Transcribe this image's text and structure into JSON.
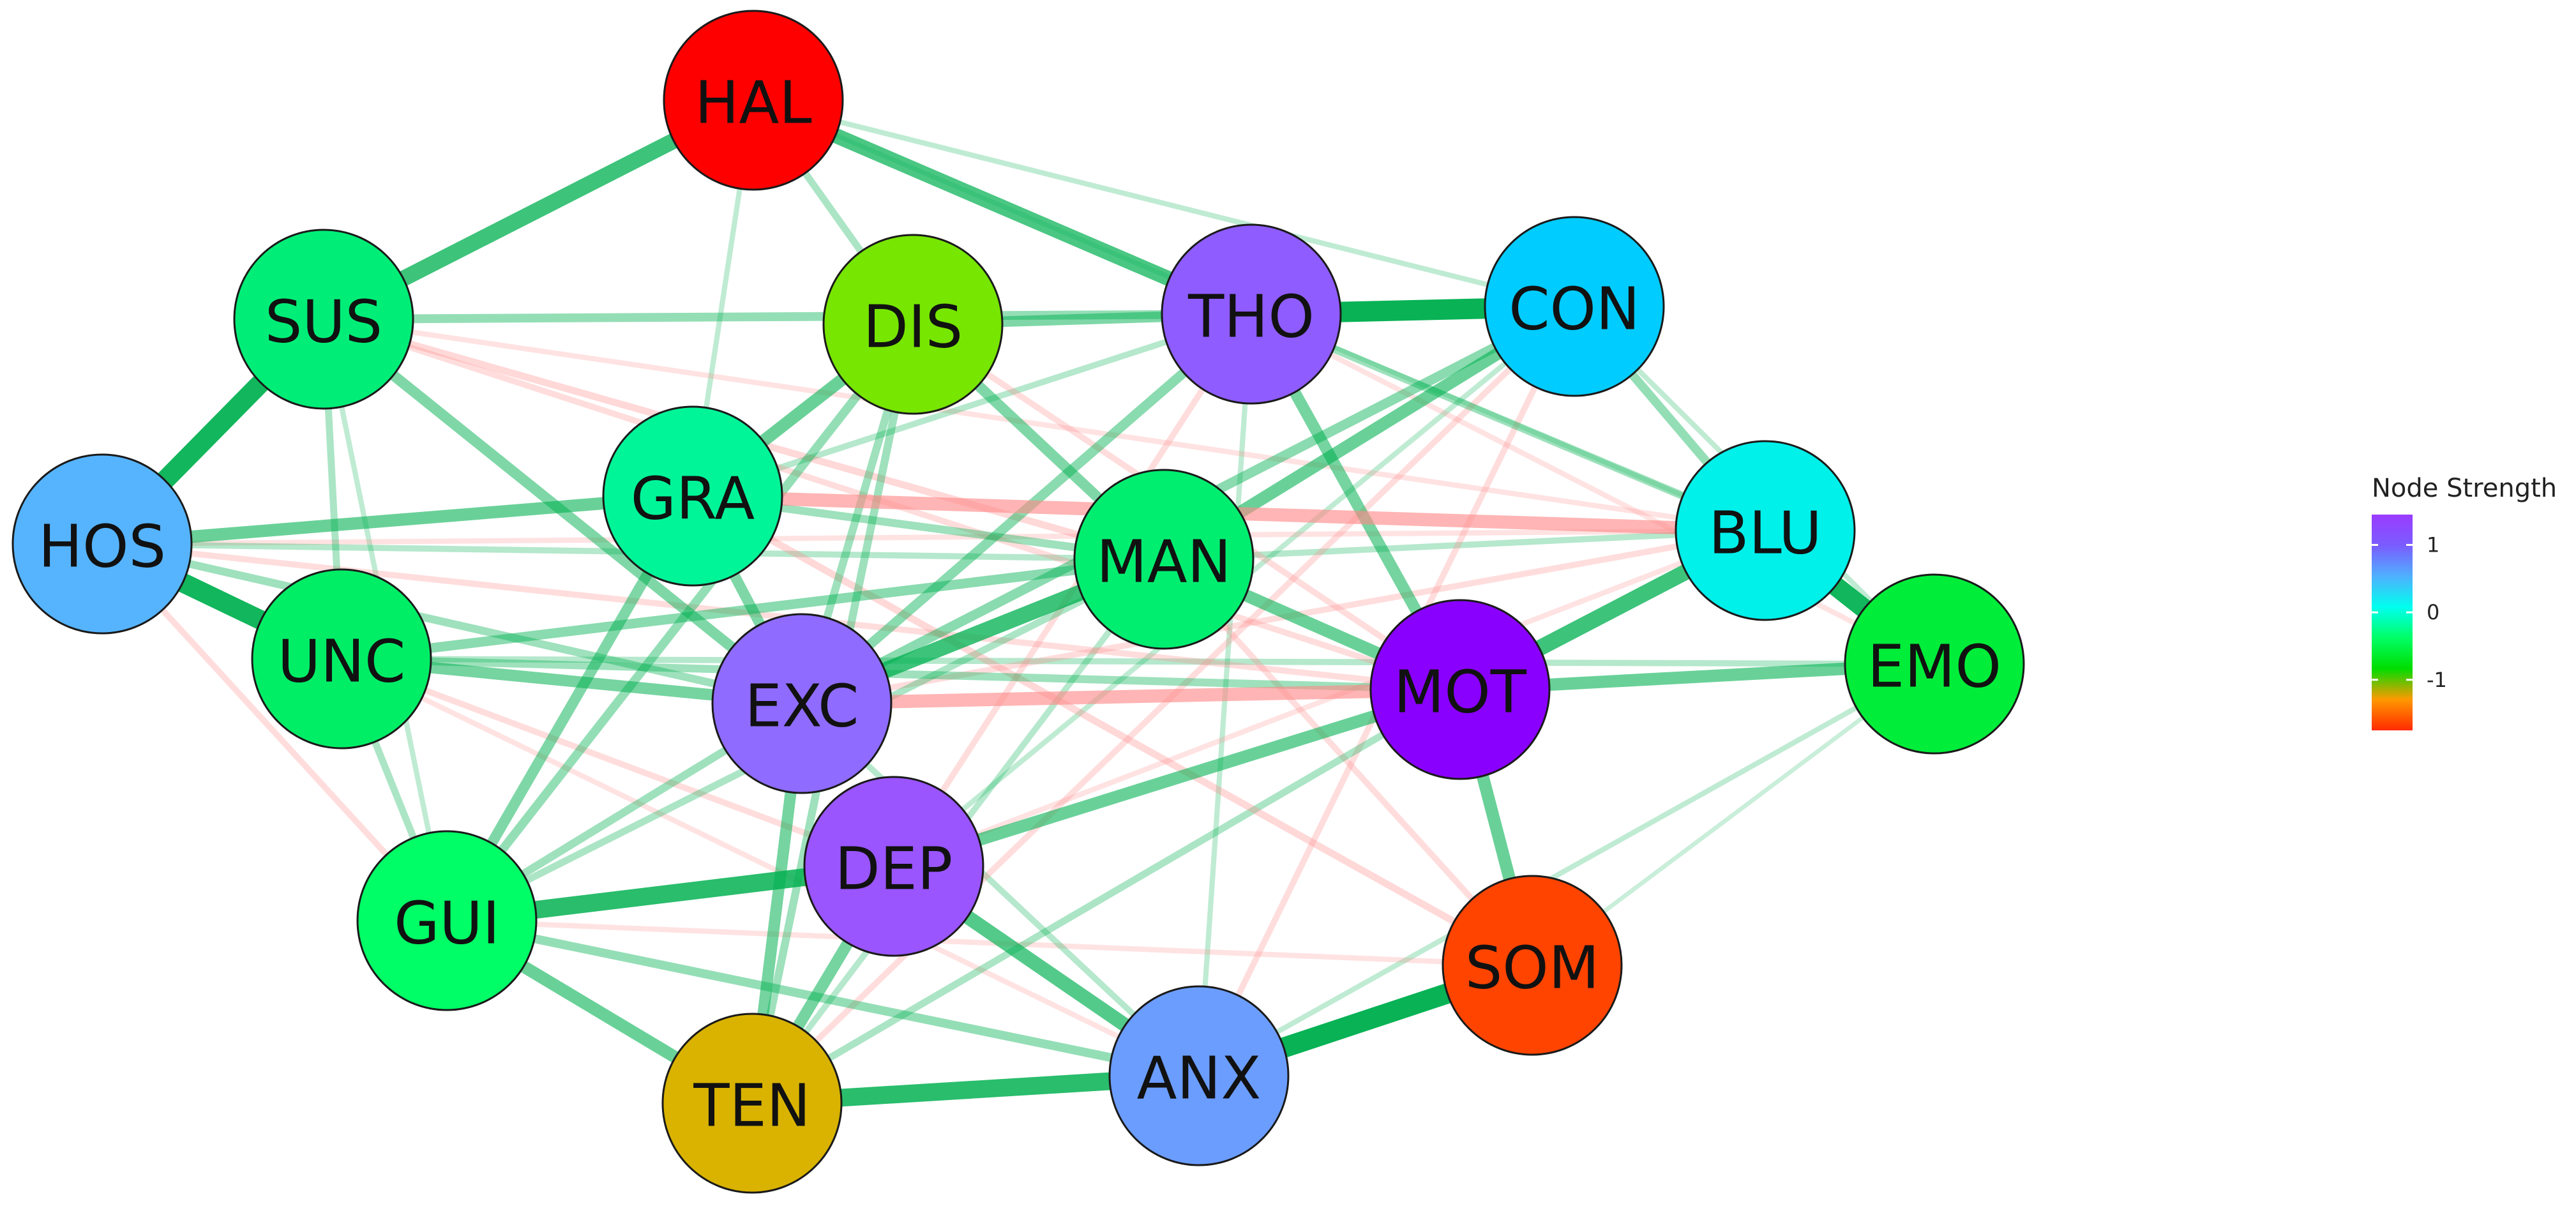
{
  "legend": {
    "title": "Node Strength",
    "ticks": [
      {
        "value": 1,
        "label": "1"
      },
      {
        "value": 0,
        "label": "0"
      },
      {
        "value": -1,
        "label": "-1"
      }
    ],
    "range": [
      -1.75,
      1.45
    ],
    "gradient": [
      "#ff2a00",
      "#ff9900",
      "#00dd00",
      "#00ff66",
      "#00ffee",
      "#4fb0ff",
      "#7a5cff",
      "#9b3cff"
    ]
  },
  "nodes": [
    {
      "id": "HAL",
      "label": "HAL",
      "color": "#ff0000"
    },
    {
      "id": "SUS",
      "label": "SUS",
      "color": "#00ee77"
    },
    {
      "id": "DIS",
      "label": "DIS",
      "color": "#77e600"
    },
    {
      "id": "THO",
      "label": "THO",
      "color": "#8f5cff"
    },
    {
      "id": "CON",
      "label": "CON",
      "color": "#00ccff"
    },
    {
      "id": "HOS",
      "label": "HOS",
      "color": "#56b4ff"
    },
    {
      "id": "GRA",
      "label": "GRA",
      "color": "#00f598"
    },
    {
      "id": "MAN",
      "label": "MAN",
      "color": "#00ee70"
    },
    {
      "id": "BLU",
      "label": "BLU",
      "color": "#00f0ea"
    },
    {
      "id": "UNC",
      "label": "UNC",
      "color": "#00ee66"
    },
    {
      "id": "EXC",
      "label": "EXC",
      "color": "#8f6cff"
    },
    {
      "id": "MOT",
      "label": "MOT",
      "color": "#8a00ff"
    },
    {
      "id": "EMO",
      "label": "EMO",
      "color": "#00ee3a"
    },
    {
      "id": "DEP",
      "label": "DEP",
      "color": "#9a55ff"
    },
    {
      "id": "GUI",
      "label": "GUI",
      "color": "#00ff66"
    },
    {
      "id": "SOM",
      "label": "SOM",
      "color": "#ff4400"
    },
    {
      "id": "TEN",
      "label": "TEN",
      "color": "#d9b300"
    },
    {
      "id": "ANX",
      "label": "ANX",
      "color": "#6b9dff"
    }
  ],
  "edges": [
    {
      "from": "HAL",
      "to": "SUS",
      "sign": "pos",
      "weight": 0.75
    },
    {
      "from": "HAL",
      "to": "THO",
      "sign": "pos",
      "weight": 0.7
    },
    {
      "from": "HAL",
      "to": "DIS",
      "sign": "pos",
      "weight": 0.25
    },
    {
      "from": "HAL",
      "to": "CON",
      "sign": "pos",
      "weight": 0.15
    },
    {
      "from": "HAL",
      "to": "GRA",
      "sign": "pos",
      "weight": 0.15
    },
    {
      "from": "HAL",
      "to": "BLU",
      "sign": "pos",
      "weight": 0.12
    },
    {
      "from": "THO",
      "to": "CON",
      "sign": "pos",
      "weight": 1.0
    },
    {
      "from": "SUS",
      "to": "HOS",
      "sign": "pos",
      "weight": 0.95
    },
    {
      "from": "HOS",
      "to": "UNC",
      "sign": "pos",
      "weight": 0.95
    },
    {
      "from": "BLU",
      "to": "EMO",
      "sign": "pos",
      "weight": 0.95
    },
    {
      "from": "ANX",
      "to": "SOM",
      "sign": "pos",
      "weight": 1.0
    },
    {
      "from": "GUI",
      "to": "DEP",
      "sign": "pos",
      "weight": 0.85
    },
    {
      "from": "TEN",
      "to": "ANX",
      "sign": "pos",
      "weight": 0.85
    },
    {
      "from": "MOT",
      "to": "BLU",
      "sign": "pos",
      "weight": 0.75
    },
    {
      "from": "EXC",
      "to": "MAN",
      "sign": "pos",
      "weight": 0.75
    },
    {
      "from": "DEP",
      "to": "ANX",
      "sign": "pos",
      "weight": 0.65
    },
    {
      "from": "GUI",
      "to": "TEN",
      "sign": "pos",
      "weight": 0.55
    },
    {
      "from": "GRA",
      "to": "DIS",
      "sign": "pos",
      "weight": 0.55
    },
    {
      "from": "HOS",
      "to": "GRA",
      "sign": "pos",
      "weight": 0.55
    },
    {
      "from": "MAN",
      "to": "CON",
      "sign": "pos",
      "weight": 0.55
    },
    {
      "from": "MOT",
      "to": "EMO",
      "sign": "pos",
      "weight": 0.55
    },
    {
      "from": "MOT",
      "to": "DEP",
      "sign": "pos",
      "weight": 0.55
    },
    {
      "from": "MOT",
      "to": "SOM",
      "sign": "pos",
      "weight": 0.55
    },
    {
      "from": "MOT",
      "to": "THO",
      "sign": "pos",
      "weight": 0.5
    },
    {
      "from": "MOT",
      "to": "MAN",
      "sign": "pos",
      "weight": 0.55
    },
    {
      "from": "UNC",
      "to": "EXC",
      "sign": "pos",
      "weight": 0.5
    },
    {
      "from": "SUS",
      "to": "EXC",
      "sign": "pos",
      "weight": 0.45
    },
    {
      "from": "GRA",
      "to": "EXC",
      "sign": "pos",
      "weight": 0.45
    },
    {
      "from": "DIS",
      "to": "MAN",
      "sign": "pos",
      "weight": 0.45
    },
    {
      "from": "SUS",
      "to": "THO",
      "sign": "pos",
      "weight": 0.35
    },
    {
      "from": "DIS",
      "to": "THO",
      "sign": "pos",
      "weight": 0.45
    },
    {
      "from": "DEP",
      "to": "TEN",
      "sign": "pos",
      "weight": 0.5
    },
    {
      "from": "TEN",
      "to": "EXC",
      "sign": "pos",
      "weight": 0.5
    },
    {
      "from": "GUI",
      "to": "GRA",
      "sign": "pos",
      "weight": 0.45
    },
    {
      "from": "GUI",
      "to": "DIS",
      "sign": "pos",
      "weight": 0.35
    },
    {
      "from": "EXC",
      "to": "CON",
      "sign": "pos",
      "weight": 0.4
    },
    {
      "from": "EXC",
      "to": "THO",
      "sign": "pos",
      "weight": 0.4
    },
    {
      "from": "CON",
      "to": "BLU",
      "sign": "pos",
      "weight": 0.35
    },
    {
      "from": "UNC",
      "to": "MAN",
      "sign": "pos",
      "weight": 0.4
    },
    {
      "from": "UNC",
      "to": "MOT",
      "sign": "pos",
      "weight": 0.3
    },
    {
      "from": "GUI",
      "to": "ANX",
      "sign": "pos",
      "weight": 0.35
    },
    {
      "from": "GUI",
      "to": "EXC",
      "sign": "pos",
      "weight": 0.3
    },
    {
      "from": "TEN",
      "to": "MOT",
      "sign": "pos",
      "weight": 0.25
    },
    {
      "from": "HOS",
      "to": "EXC",
      "sign": "pos",
      "weight": 0.3
    },
    {
      "from": "SUS",
      "to": "UNC",
      "sign": "pos",
      "weight": 0.25
    },
    {
      "from": "DIS",
      "to": "EXC",
      "sign": "pos",
      "weight": 0.3
    },
    {
      "from": "DIS",
      "to": "TEN",
      "sign": "pos",
      "weight": 0.3
    },
    {
      "from": "GRA",
      "to": "MAN",
      "sign": "pos",
      "weight": 0.3
    },
    {
      "from": "THO",
      "to": "BLU",
      "sign": "pos",
      "weight": 0.3
    },
    {
      "from": "MAN",
      "to": "BLU",
      "sign": "pos",
      "weight": 0.2
    },
    {
      "from": "ANX",
      "to": "EXC",
      "sign": "pos",
      "weight": 0.2
    },
    {
      "from": "UNC",
      "to": "GUI",
      "sign": "pos",
      "weight": 0.25
    },
    {
      "from": "SUS",
      "to": "GUI",
      "sign": "pos",
      "weight": 0.15
    },
    {
      "from": "GRA",
      "to": "THO",
      "sign": "pos",
      "weight": 0.2
    },
    {
      "from": "HOS",
      "to": "MAN",
      "sign": "pos",
      "weight": 0.2
    },
    {
      "from": "GUI",
      "to": "MAN",
      "sign": "pos",
      "weight": 0.25
    },
    {
      "from": "TEN",
      "to": "MAN",
      "sign": "pos",
      "weight": 0.2
    },
    {
      "from": "ANX",
      "to": "EMO",
      "sign": "pos",
      "weight": 0.15
    },
    {
      "from": "SOM",
      "to": "EMO",
      "sign": "pos",
      "weight": 0.1
    },
    {
      "from": "CON",
      "to": "EMO",
      "sign": "pos",
      "weight": 0.15
    },
    {
      "from": "DEP",
      "to": "CON",
      "sign": "pos",
      "weight": 0.15
    },
    {
      "from": "ANX",
      "to": "THO",
      "sign": "pos",
      "weight": 0.15
    },
    {
      "from": "UNC",
      "to": "EMO",
      "sign": "pos",
      "weight": 0.2
    },
    {
      "from": "GRA",
      "to": "BLU",
      "sign": "neg",
      "weight": 0.6
    },
    {
      "from": "EXC",
      "to": "MOT",
      "sign": "neg",
      "weight": 0.6
    },
    {
      "from": "SUS",
      "to": "MAN",
      "sign": "neg",
      "weight": 0.25
    },
    {
      "from": "SUS",
      "to": "MOT",
      "sign": "neg",
      "weight": 0.2
    },
    {
      "from": "HOS",
      "to": "GUI",
      "sign": "neg",
      "weight": 0.2
    },
    {
      "from": "HOS",
      "to": "MOT",
      "sign": "neg",
      "weight": 0.2
    },
    {
      "from": "UNC",
      "to": "DEP",
      "sign": "neg",
      "weight": 0.2
    },
    {
      "from": "GRA",
      "to": "SOM",
      "sign": "neg",
      "weight": 0.25
    },
    {
      "from": "ANX",
      "to": "CON",
      "sign": "neg",
      "weight": 0.2
    },
    {
      "from": "DEP",
      "to": "THO",
      "sign": "neg",
      "weight": 0.2
    },
    {
      "from": "GUI",
      "to": "SOM",
      "sign": "neg",
      "weight": 0.15
    },
    {
      "from": "EXC",
      "to": "BLU",
      "sign": "neg",
      "weight": 0.2
    },
    {
      "from": "MAN",
      "to": "SOM",
      "sign": "neg",
      "weight": 0.2
    },
    {
      "from": "DIS",
      "to": "MOT",
      "sign": "neg",
      "weight": 0.2
    },
    {
      "from": "TEN",
      "to": "CON",
      "sign": "neg",
      "weight": 0.2
    },
    {
      "from": "HOS",
      "to": "BLU",
      "sign": "neg",
      "weight": 0.15
    },
    {
      "from": "SUS",
      "to": "BLU",
      "sign": "neg",
      "weight": 0.15
    },
    {
      "from": "UNC",
      "to": "ANX",
      "sign": "neg",
      "weight": 0.15
    },
    {
      "from": "DEP",
      "to": "BLU",
      "sign": "neg",
      "weight": 0.15
    },
    {
      "from": "THO",
      "to": "EMO",
      "sign": "neg",
      "weight": 0.15
    }
  ]
}
